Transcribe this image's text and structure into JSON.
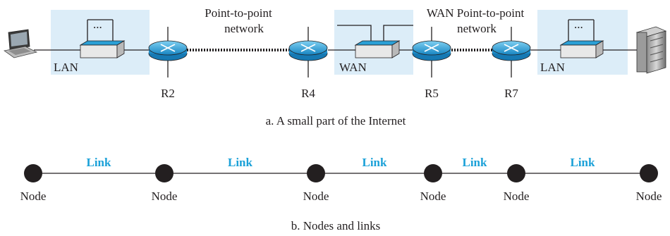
{
  "part_a": {
    "lan_left_label": "LAN",
    "lan_right_label": "LAN",
    "wan_label": "WAN",
    "p2p_label_1": [
      "Point-to-point",
      "network"
    ],
    "p2p_label_2": [
      "WAN Point-to-point",
      "network"
    ],
    "routers": [
      "R2",
      "R4",
      "R5",
      "R7"
    ],
    "ellipsis": "...",
    "caption": "a. A small part of the Internet"
  },
  "part_b": {
    "nodes": [
      "Node",
      "Node",
      "Node",
      "Node",
      "Node",
      "Node"
    ],
    "links": [
      "Link",
      "Link",
      "Link",
      "Link",
      "Link"
    ],
    "caption": "b. Nodes and links"
  },
  "colors": {
    "shade": "#dcedf8",
    "router_fill": "#2a9fd6",
    "switch_top": "#2a9fd6",
    "link_text": "#1ba1d8"
  }
}
